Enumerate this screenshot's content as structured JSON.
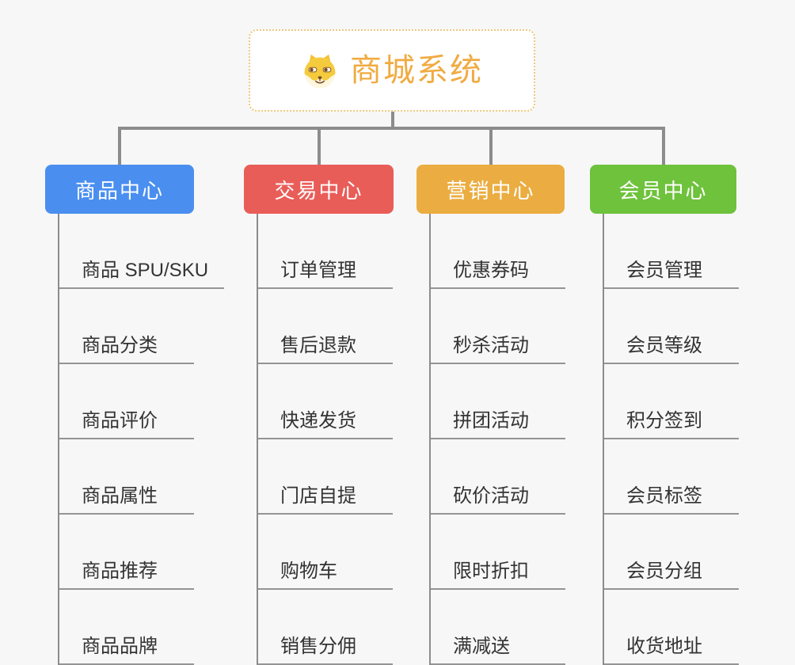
{
  "root": {
    "title": "商城系统",
    "icon": "dog-face-icon",
    "title_color": "#f0ab42",
    "border_color": "#efc77e"
  },
  "branches": [
    {
      "label": "商品中心",
      "color": "#4a8ff0",
      "items": [
        "商品 SPU/SKU",
        "商品分类",
        "商品评价",
        "商品属性",
        "商品推荐",
        "商品品牌"
      ]
    },
    {
      "label": "交易中心",
      "color": "#e95d58",
      "items": [
        "订单管理",
        "售后退款",
        "快递发货",
        "门店自提",
        "购物车",
        "销售分佣"
      ]
    },
    {
      "label": "营销中心",
      "color": "#ebad41",
      "items": [
        "优惠券码",
        "秒杀活动",
        "拼团活动",
        "砍价活动",
        "限时折扣",
        "满减送"
      ]
    },
    {
      "label": "会员中心",
      "color": "#6ec23c",
      "items": [
        "会员管理",
        "会员等级",
        "积分签到",
        "会员标签",
        "会员分组",
        "收货地址"
      ]
    }
  ],
  "colors": {
    "background": "#f7f7f7",
    "connector": "#8c8c8c",
    "item_text": "#333333",
    "item_underline": "#949494"
  }
}
